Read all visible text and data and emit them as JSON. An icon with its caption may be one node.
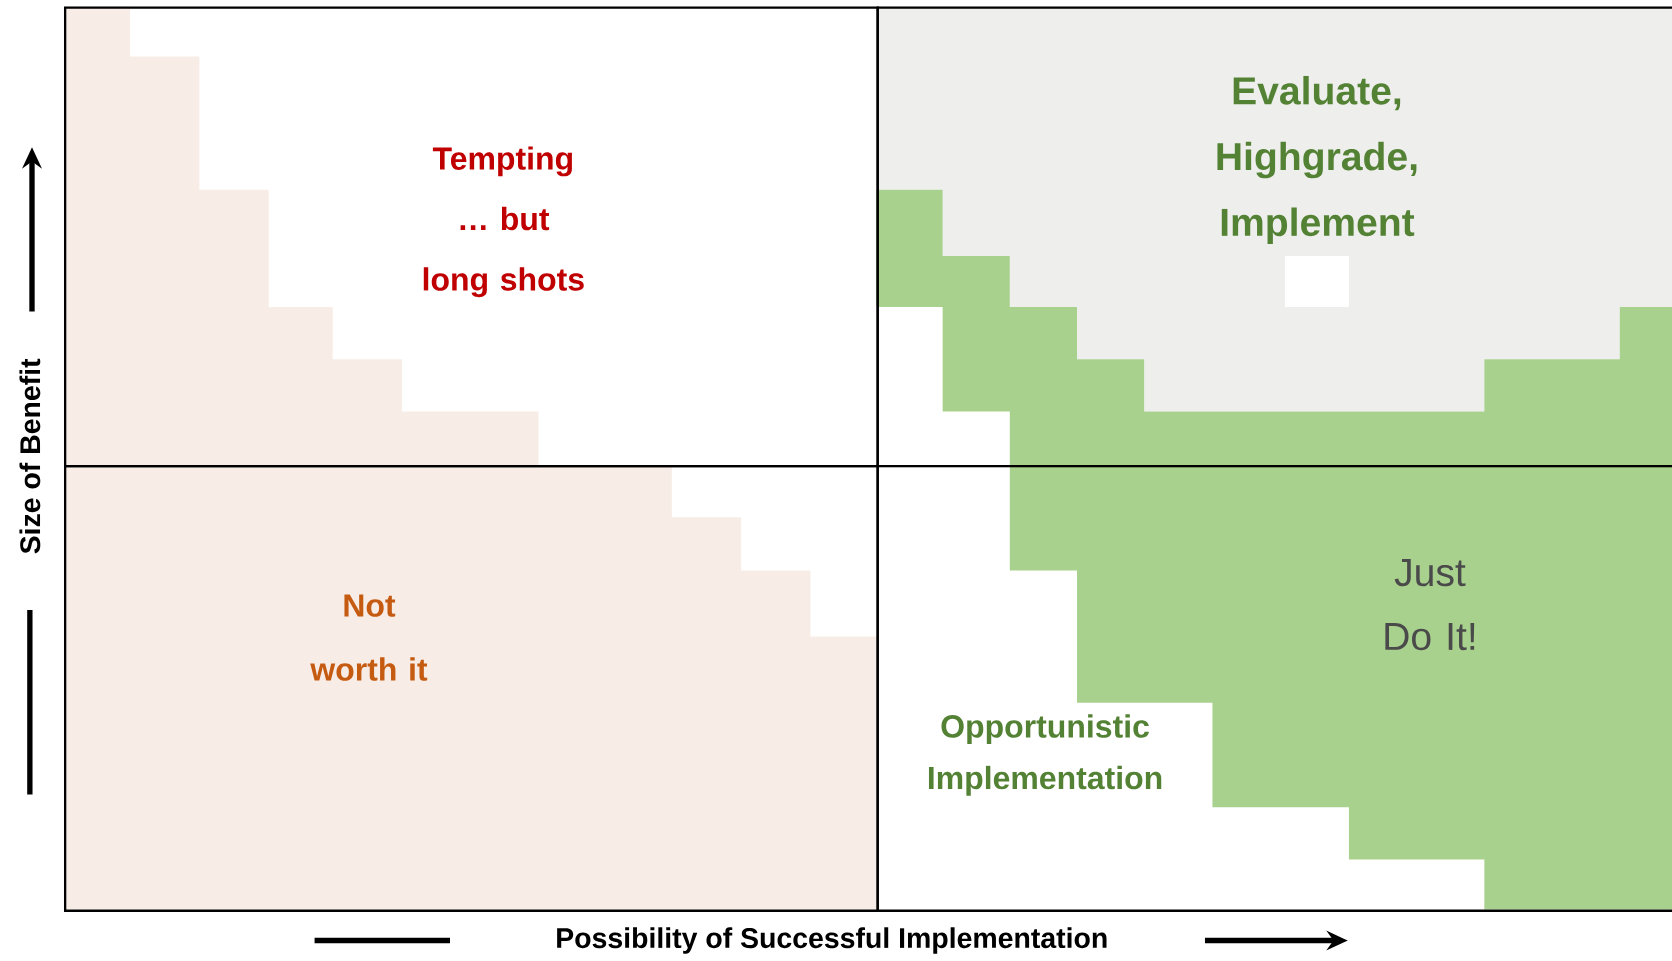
{
  "diagram": {
    "nodes": [
      {
        "text": [
          "Tempting … but long shots"
        ]
      },
      {
        "text": [
          "Evaluate, Highgrade, Implement"
        ]
      },
      {
        "text": [
          "Not worth it"
        ]
      },
      {
        "text": [
          "Just Do It!",
          "Opportunistic Implementation"
        ]
      }
    ],
    "labels": [
      "Size of Benefit",
      "Possibility of Successful Implementation"
    ]
  }
}
